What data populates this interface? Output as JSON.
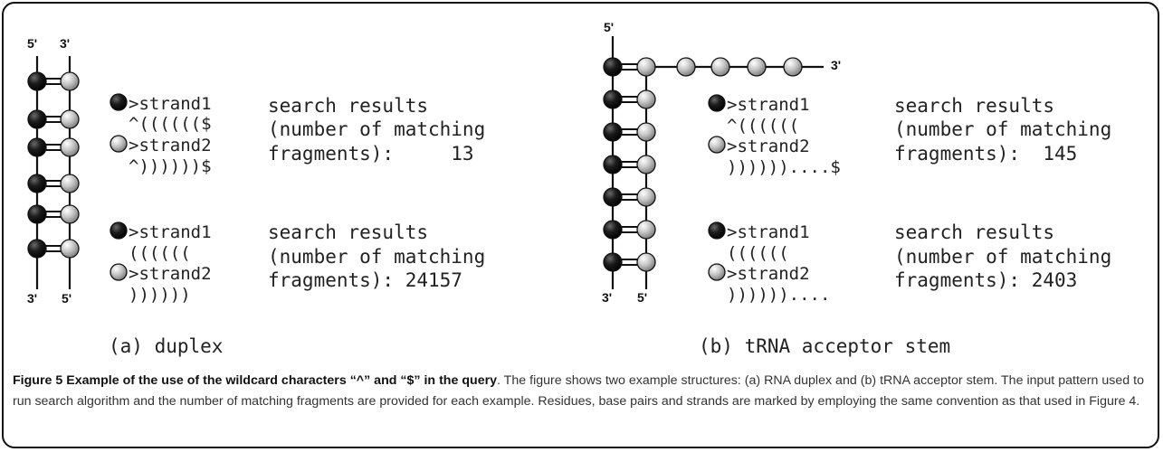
{
  "duplex": {
    "end_labels": {
      "top_left": "5'",
      "top_right": "3'",
      "bottom_left": "3'",
      "bottom_right": "5'"
    },
    "queries": [
      {
        "strand1_label": ">strand1",
        "strand1_pattern": "^(((((($",
        "strand2_label": ">strand2",
        "strand2_pattern": "^))))))$",
        "results_line1": "search results",
        "results_line2": "(number of matching",
        "results_line3": "fragments):     13"
      },
      {
        "strand1_label": ">strand1",
        "strand1_pattern": "((((((",
        "strand2_label": ">strand2",
        "strand2_pattern": "))))))",
        "results_line1": "search results",
        "results_line2": "(number of matching",
        "results_line3": "fragments): 24157"
      }
    ],
    "subcaption": "(a) duplex"
  },
  "trna": {
    "end_labels": {
      "top_left": "5'",
      "overhang": "3'",
      "bottom_left": "3'",
      "bottom_right": "5'"
    },
    "queries": [
      {
        "strand1_label": ">strand1",
        "strand1_pattern": "^((((((",
        "strand2_label": ">strand2",
        "strand2_pattern": "))))))....$",
        "results_line1": "search results",
        "results_line2": "(number of matching",
        "results_line3": "fragments):  145"
      },
      {
        "strand1_label": ">strand1",
        "strand1_pattern": "((((((",
        "strand2_label": ">strand2",
        "strand2_pattern": "))))))....",
        "results_line1": "search results",
        "results_line2": "(number of matching",
        "results_line3": "fragments): 2403"
      }
    ],
    "subcaption": "(b) tRNA acceptor stem"
  },
  "caption": {
    "figure_label": "Figure 5",
    "title": "Example of the use of the wildcard characters “^” and “$” in the query",
    "body": ". The figure shows two example structures: (a) RNA duplex and (b) tRNA acceptor stem. The input pattern used to run search algorithm and the number of matching fragments are provided for each example. Residues, base pairs and strands are marked by employing the same convention as that used in Figure 4."
  },
  "colors": {
    "black_residue": "#111111",
    "grey_residue": "#b0b0b0",
    "border": "#111111"
  }
}
